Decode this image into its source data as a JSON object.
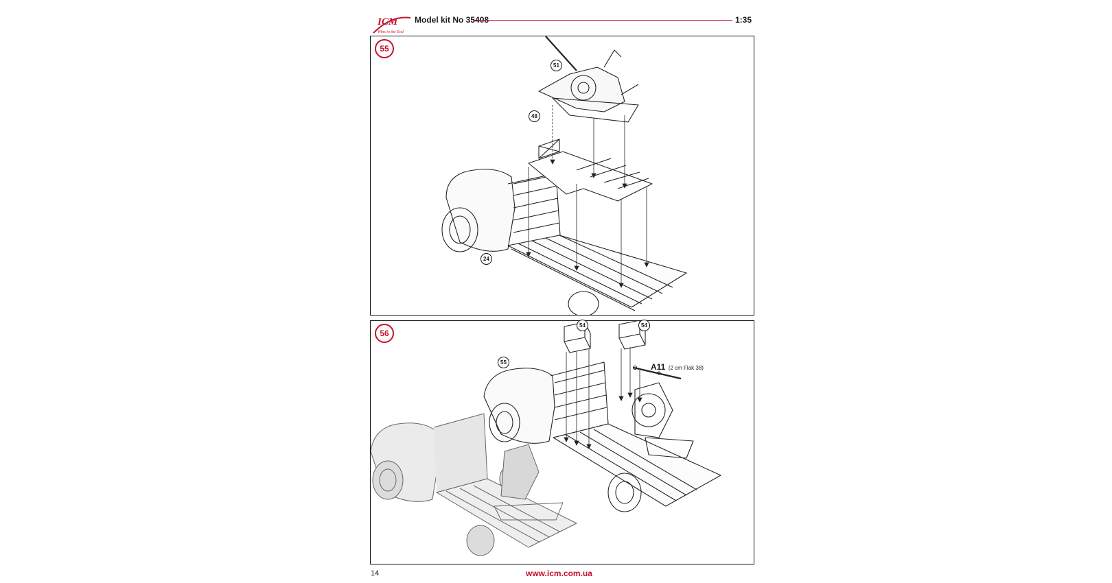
{
  "header": {
    "logo_text": "ICM",
    "logo_tagline": "Wins in the End",
    "kit_label": "Model kit No 35408",
    "scale": "1:35",
    "accent_color": "#c8102e"
  },
  "steps": [
    {
      "number": "55",
      "callouts": [
        "51",
        "48",
        "24"
      ]
    },
    {
      "number": "56",
      "callouts": [
        "54",
        "54",
        "55"
      ],
      "part": {
        "code": "A11",
        "note": "(2 cm Flak 38)"
      }
    }
  ],
  "footer": {
    "page_number": "14",
    "website": "www.icm.com.ua"
  }
}
